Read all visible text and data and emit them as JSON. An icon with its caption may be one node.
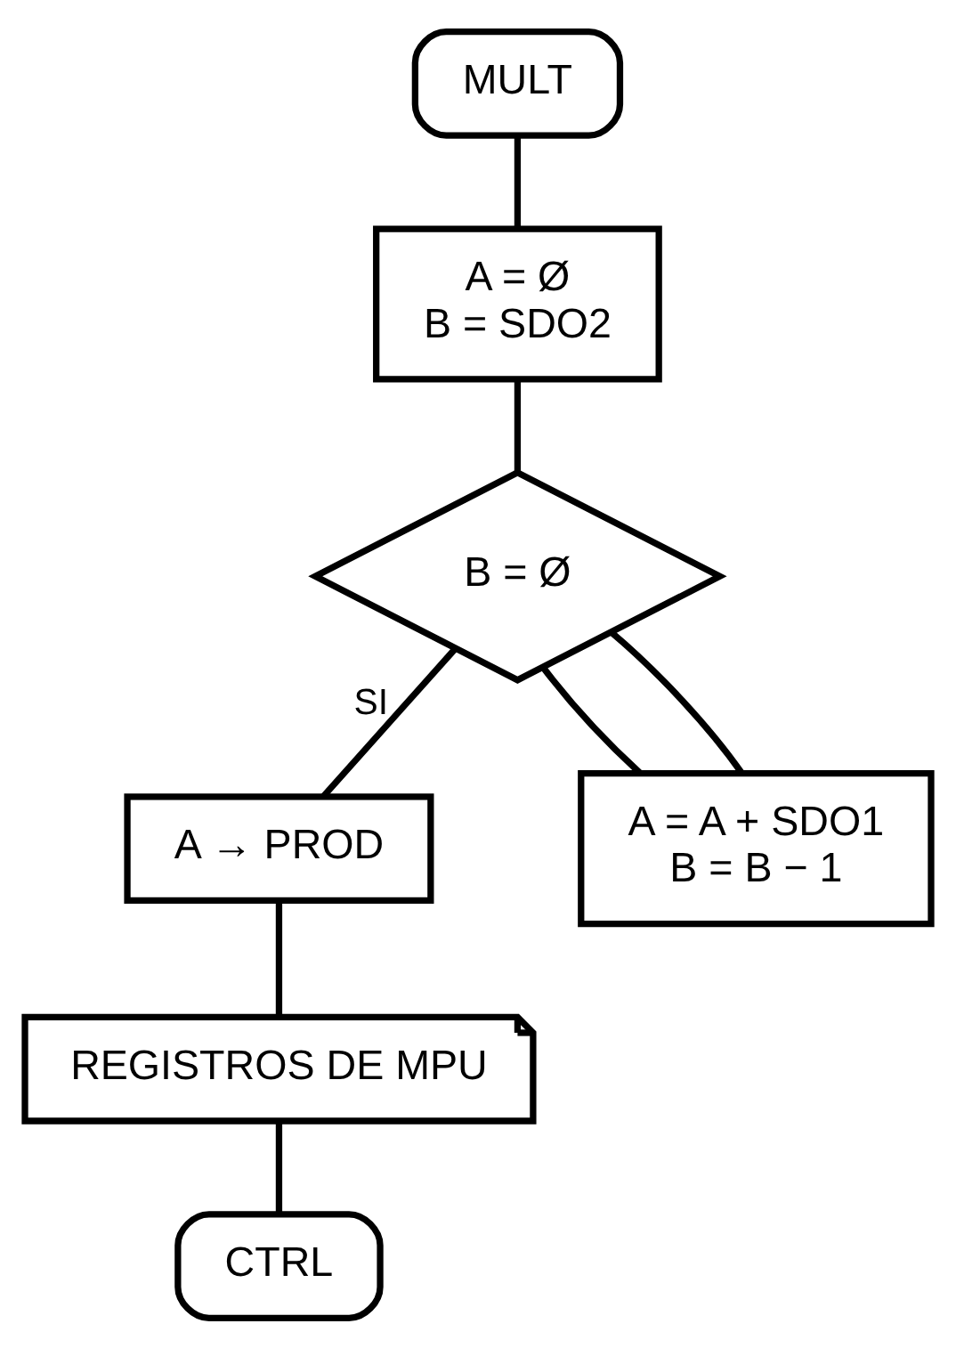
{
  "diagram": {
    "nodes": [
      {
        "text": [
          "MULT"
        ]
      },
      {
        "text": [
          "A = Ø",
          "B = SDO2"
        ]
      },
      {
        "text": [
          "B = Ø"
        ]
      },
      {
        "text": [
          "A → PROD"
        ]
      },
      {
        "text": [
          "A = A + SDO1",
          "B = B − 1"
        ]
      },
      {
        "text": [
          "REGISTROS DE MPU"
        ]
      },
      {
        "text": [
          "CTRL"
        ]
      }
    ],
    "edges": [
      {
        "from": 0,
        "to": 1,
        "arrow": "none"
      },
      {
        "from": 1,
        "to": 2,
        "arrow": "none"
      },
      {
        "from": 2,
        "to": 3,
        "arrow": "none",
        "label": "SI"
      },
      {
        "from": 2,
        "to": 4,
        "arrow": "none"
      },
      {
        "from": 4,
        "to": 2,
        "arrow": "none"
      },
      {
        "from": 3,
        "to": 5,
        "arrow": "none"
      },
      {
        "from": 5,
        "to": 6,
        "arrow": "none"
      }
    ]
  }
}
